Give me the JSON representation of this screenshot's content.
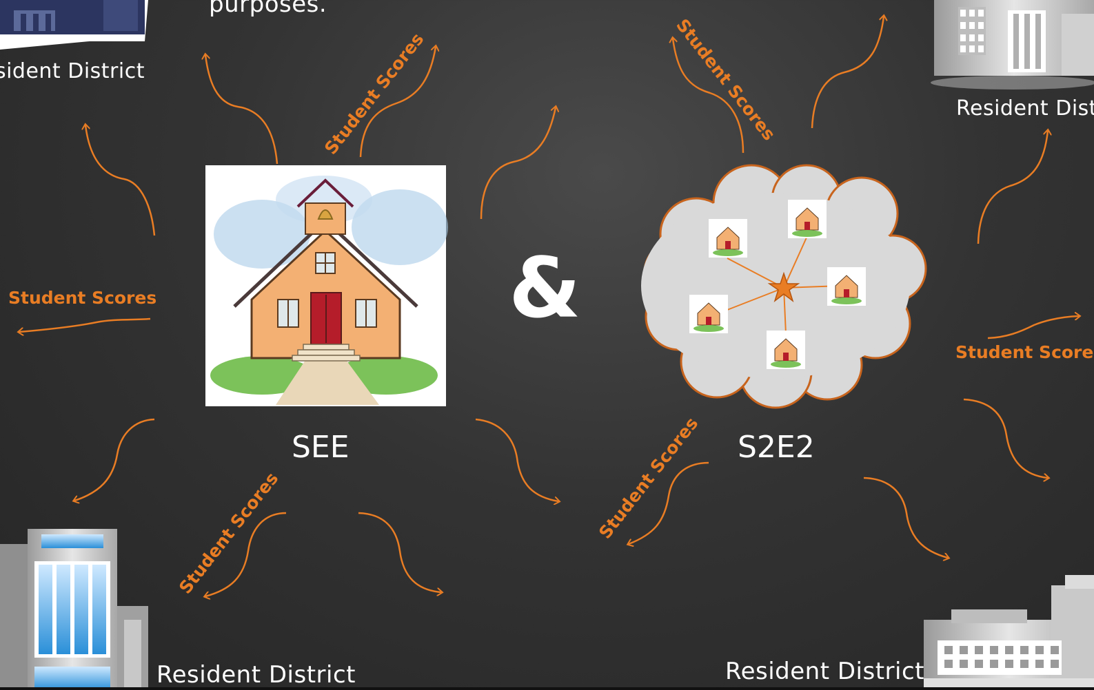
{
  "header_fragment": "purposes.",
  "see_label": "SEE",
  "s2e2_label": "S2E2",
  "ampersand": "&",
  "resident_district": "Resident District",
  "student_scores": "Student Scores",
  "colors": {
    "accent": "#e97d24",
    "background": "#333333",
    "text": "#ffffff",
    "cloud_fill": "#d9d9d9"
  },
  "icons": [
    "schoolhouse-icon",
    "cloud-network-icon",
    "building-icon",
    "star-hub-icon"
  ]
}
